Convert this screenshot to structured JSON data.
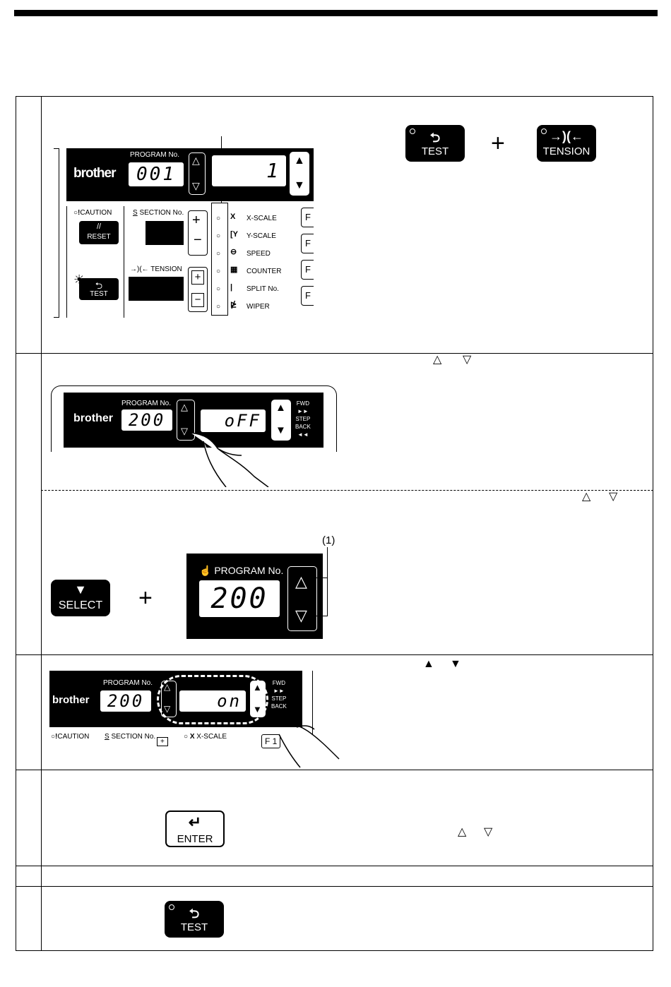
{
  "panel1": {
    "brand": "brother",
    "program_label": "PROGRAM No.",
    "program_value": "001",
    "right_display": "1",
    "caution_label": "CAUTION",
    "reset_label": "RESET",
    "section_label": "SECTION No.",
    "tension_label": "TENSION",
    "test_label": "TEST",
    "indicators": [
      "X-SCALE",
      "Y-SCALE",
      "SPEED",
      "COUNTER",
      "SPLIT No.",
      "WIPER"
    ],
    "f_key": "F"
  },
  "keys1": {
    "test": "TEST",
    "tension": "TENSION"
  },
  "panel2": {
    "brand": "brother",
    "program_label": "PROGRAM No.",
    "program_value": "200",
    "right_display": "oFF",
    "fwd": "FWD",
    "step": "STEP",
    "back": "BACK"
  },
  "panel3": {
    "select_label": "SELECT",
    "program_label": "PROGRAM No.",
    "program_value": "200",
    "callout": "(1)"
  },
  "panel4": {
    "brand": "brother",
    "program_label": "PROGRAM No.",
    "program_value": "200",
    "right_display": "on",
    "fwd": "FWD",
    "step": "STEP",
    "back": "BACK",
    "caution": "CAUTION",
    "section": "SECTION No.",
    "xscale": "X-SCALE",
    "f1": "F 1"
  },
  "enter_label": "ENTER",
  "test_label_final": "TEST",
  "colors": {
    "panel": "#000000",
    "display": "#ffffff"
  }
}
